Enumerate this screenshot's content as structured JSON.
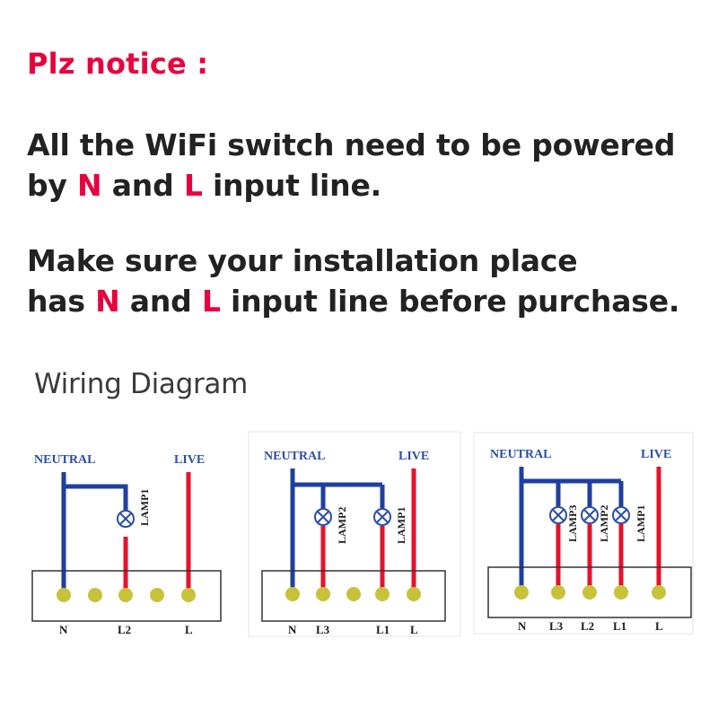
{
  "notice": {
    "heading": "Plz notice :"
  },
  "para1": {
    "line1": "All the WiFi switch need to be powered",
    "line2_pre": "by ",
    "n": "N",
    "mid": " and ",
    "l": "L",
    "line2_post": " input line."
  },
  "para2": {
    "line1": "Make sure your installation place",
    "line2_pre": "has ",
    "n": "N",
    "mid": " and ",
    "l": "L",
    "line2_post": " input line before purchase."
  },
  "wiring_title": "Wiring Diagram",
  "colors": {
    "red_text": "#e8003d",
    "neutral_wire": "#1f3fa0",
    "live_wire": "#e8102a",
    "terminal": "#c8c23a"
  },
  "diagrams": [
    {
      "neutral_label": "NEUTRAL",
      "live_label": "LIVE",
      "lamps": [
        "LAMP1"
      ],
      "bottom_labels": [
        "N",
        "L2",
        "L"
      ]
    },
    {
      "neutral_label": "NEUTRAL",
      "live_label": "LIVE",
      "lamps": [
        "LAMP2",
        "LAMP1"
      ],
      "bottom_labels": [
        "N",
        "L3",
        "L1",
        "L"
      ]
    },
    {
      "neutral_label": "NEUTRAL",
      "live_label": "LIVE",
      "lamps": [
        "LAMP3",
        "LAMP2",
        "LAMP1"
      ],
      "bottom_labels": [
        "N",
        "L3",
        "L2",
        "L1",
        "L"
      ]
    }
  ]
}
